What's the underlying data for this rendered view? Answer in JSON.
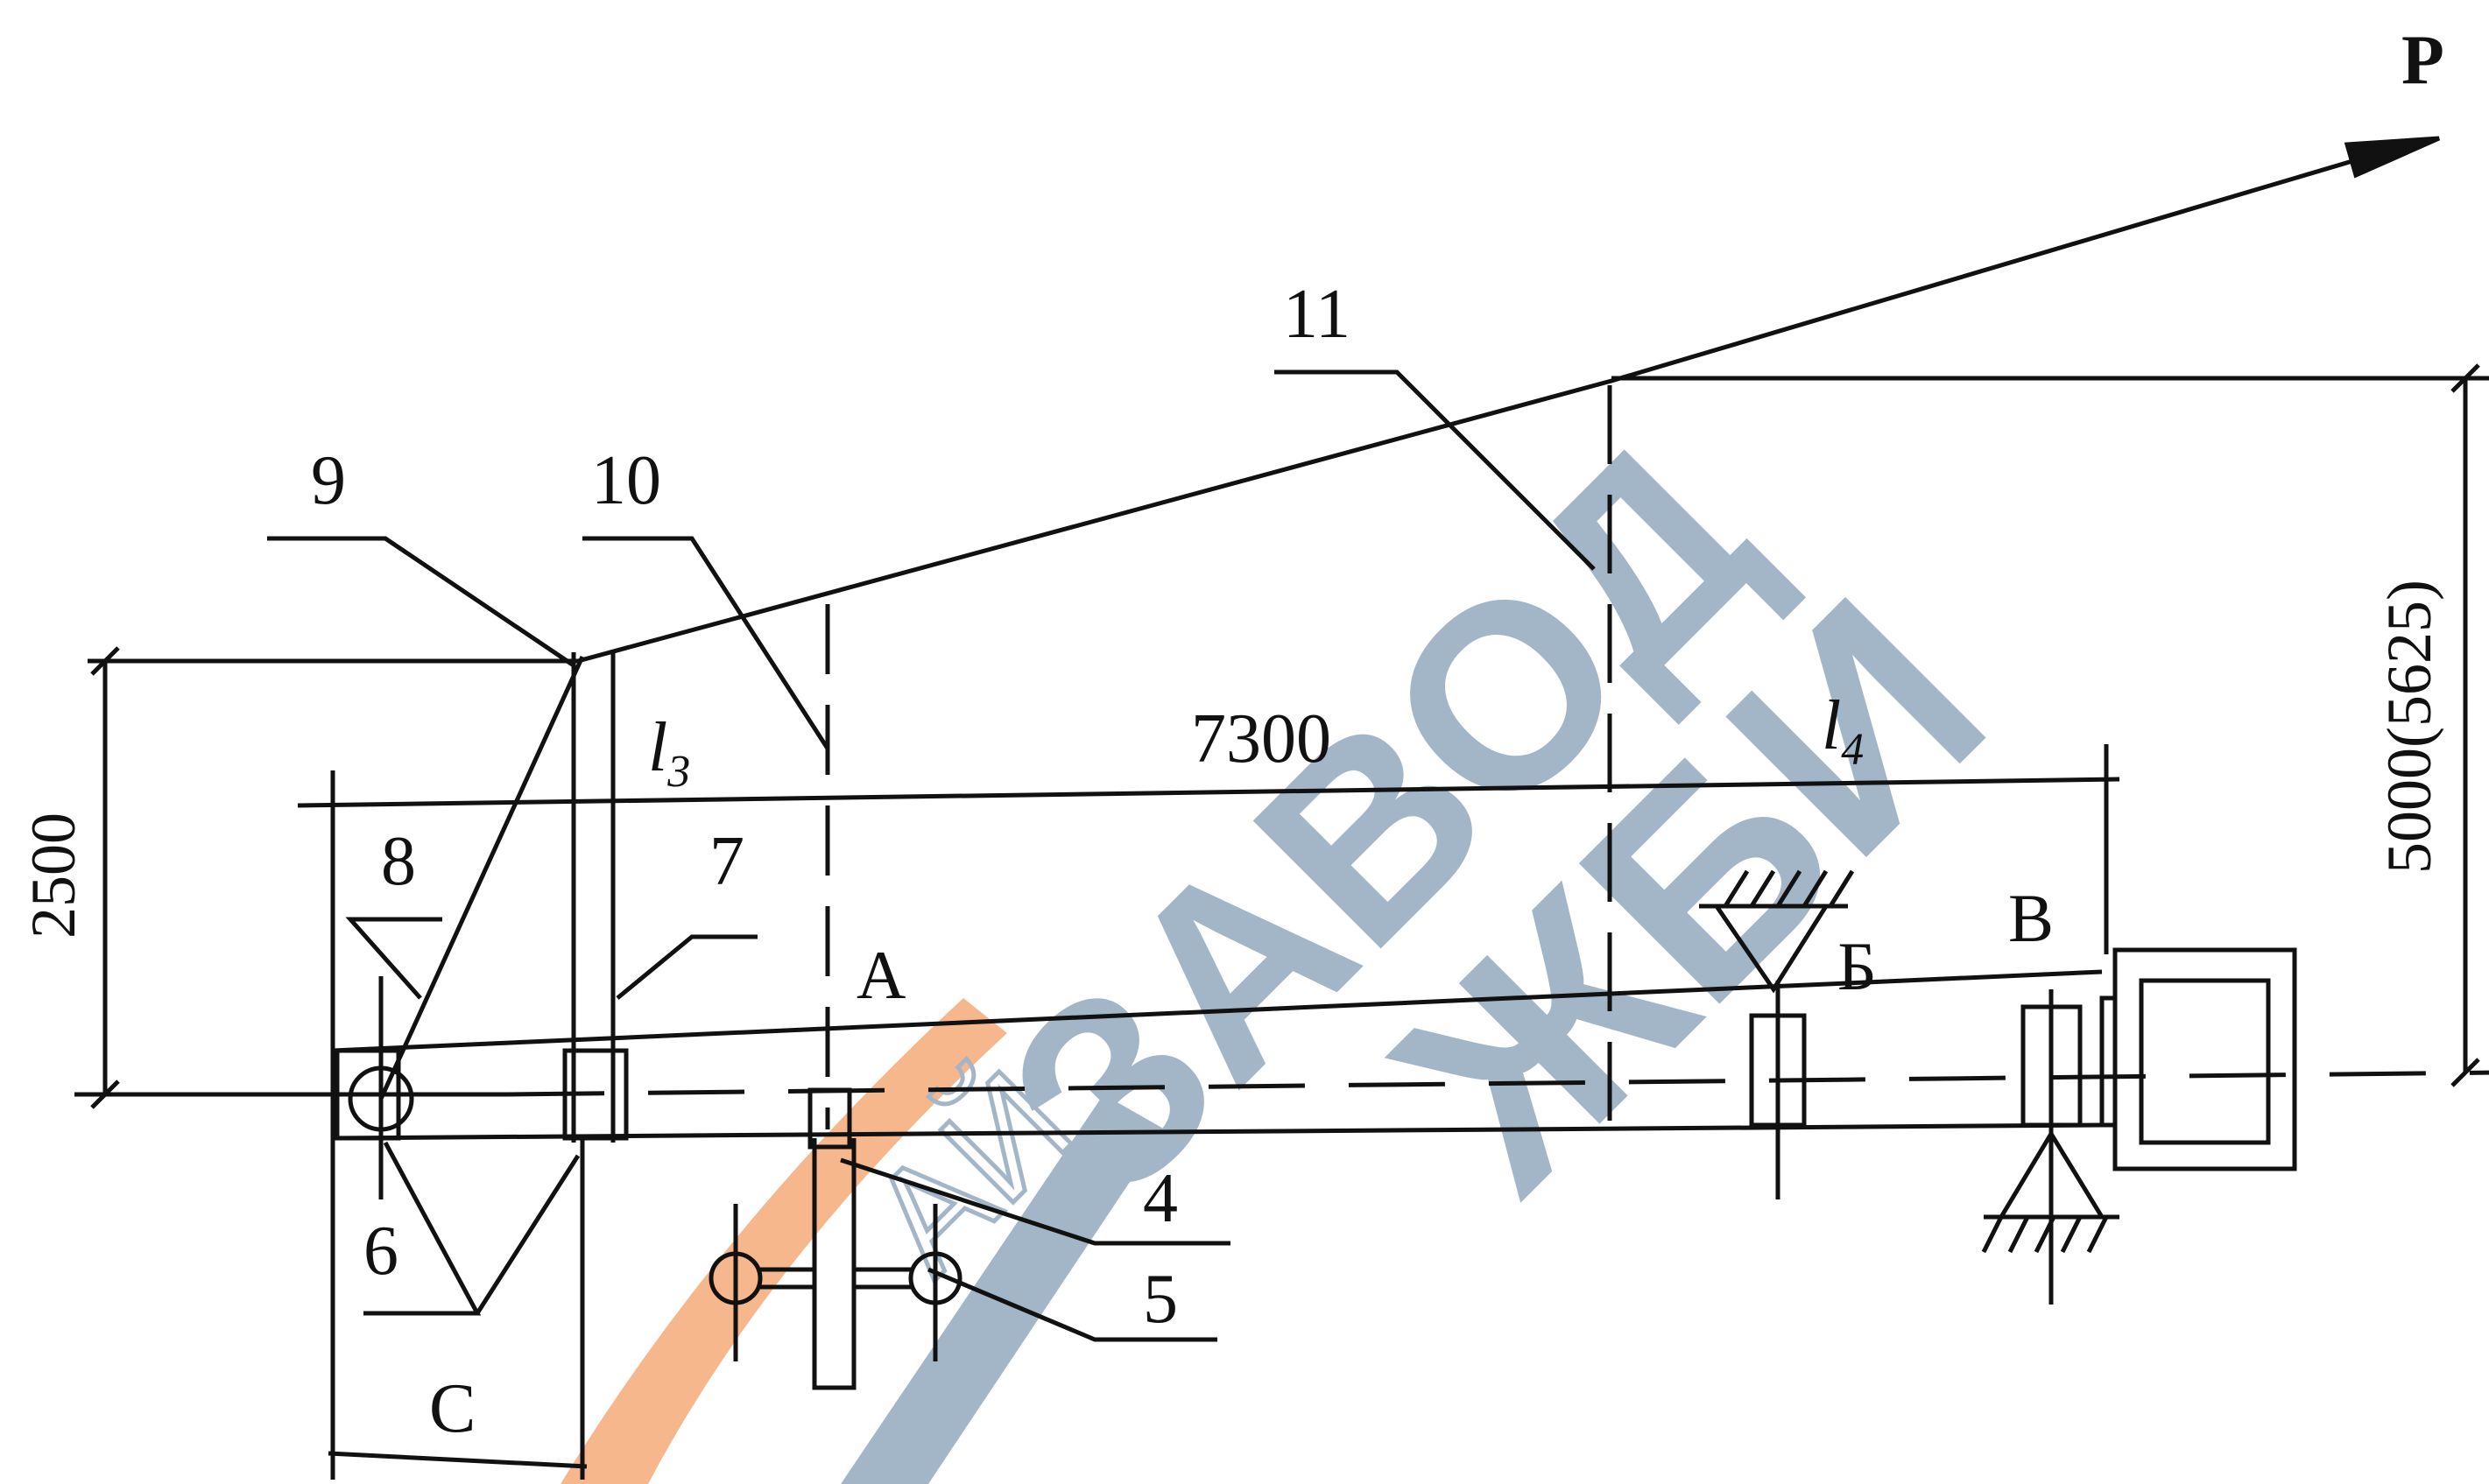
{
  "labels": {
    "force": "P",
    "item_11": "11",
    "item_9": "9",
    "item_10": "10",
    "item_8": "8",
    "item_7": "7",
    "item_6": "6",
    "item_4": "4",
    "item_5": "5",
    "support_a": "A",
    "support_b": "Б",
    "support_v": "В",
    "dim_c": "C",
    "dim_l3_base": "l",
    "dim_l3_sub": "3",
    "dim_l4_base": "l",
    "dim_l4_sub": "4"
  },
  "dimensions": {
    "height_left": "2500",
    "length_mid": "7300",
    "height_right": "5000(5625)"
  },
  "watermark": {
    "line1": "ЗАВОД",
    "line2": "ЖБИ",
    "line3": "АЙ",
    "color_blue": "#9fb3c6",
    "color_orange": "#f6b487"
  }
}
